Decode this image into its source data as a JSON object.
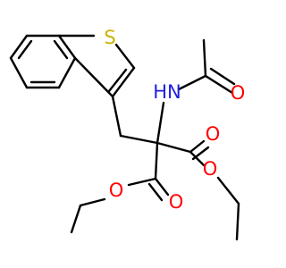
{
  "colors": {
    "bond": "#000000",
    "nitrogen": "#1e1ee6",
    "oxygen": "#ff0000",
    "sulfur": "#c8b400",
    "background": "#ffffff"
  },
  "atoms": {
    "sulfur": "S",
    "nitrogen": "HN",
    "carbonyl_oxygen_acetyl": "O",
    "carbonyl_oxygen_right_ester": "O",
    "ether_oxygen_right_ester": "O",
    "carbonyl_oxygen_left_ester": "O",
    "ether_oxygen_left_ester": "O"
  }
}
